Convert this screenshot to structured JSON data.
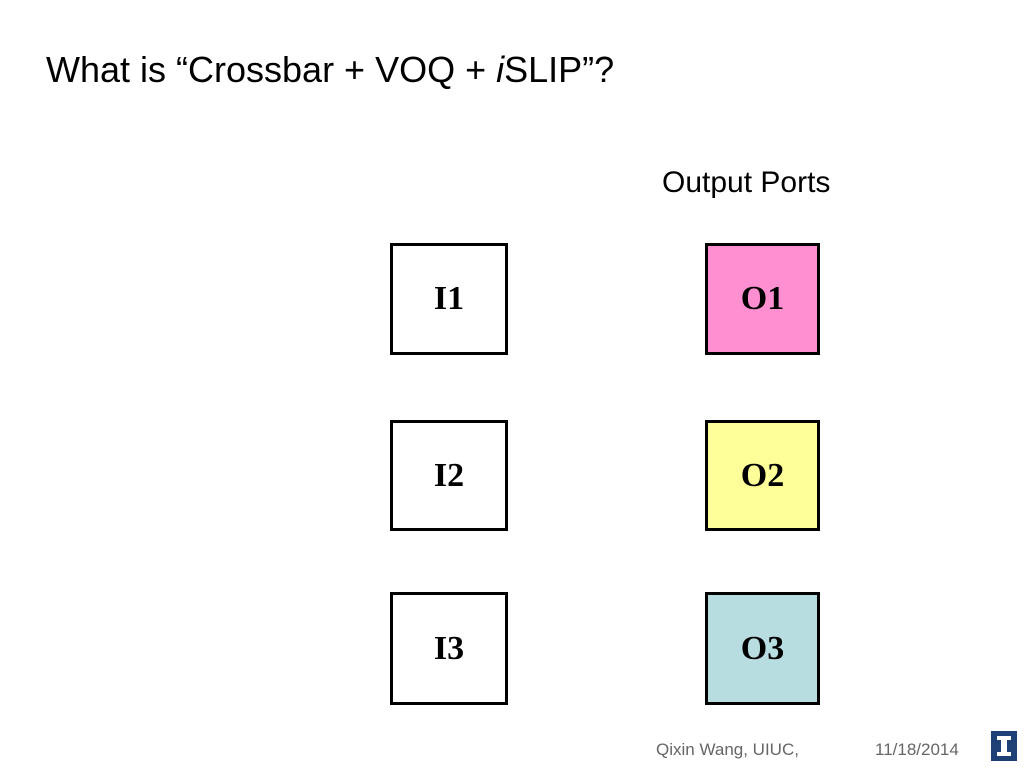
{
  "slide": {
    "title_prefix": "What is “Crossbar + VOQ + ",
    "title_italic": "i",
    "title_suffix": "SLIP”?",
    "output_label": "Output Ports"
  },
  "diagram": {
    "inputs": [
      {
        "label": "I1"
      },
      {
        "label": "I2"
      },
      {
        "label": "I3"
      }
    ],
    "outputs": [
      {
        "label": "O1",
        "color": "#ff8fd0"
      },
      {
        "label": "O2",
        "color": "#ffff99"
      },
      {
        "label": "O3",
        "color": "#b8dde0"
      }
    ]
  },
  "footer": {
    "author": "Qixin Wang, UIUC,",
    "date": "11/18/2014",
    "logo_icon": "university-logo-icon",
    "logo_color": "#1f3f77"
  }
}
